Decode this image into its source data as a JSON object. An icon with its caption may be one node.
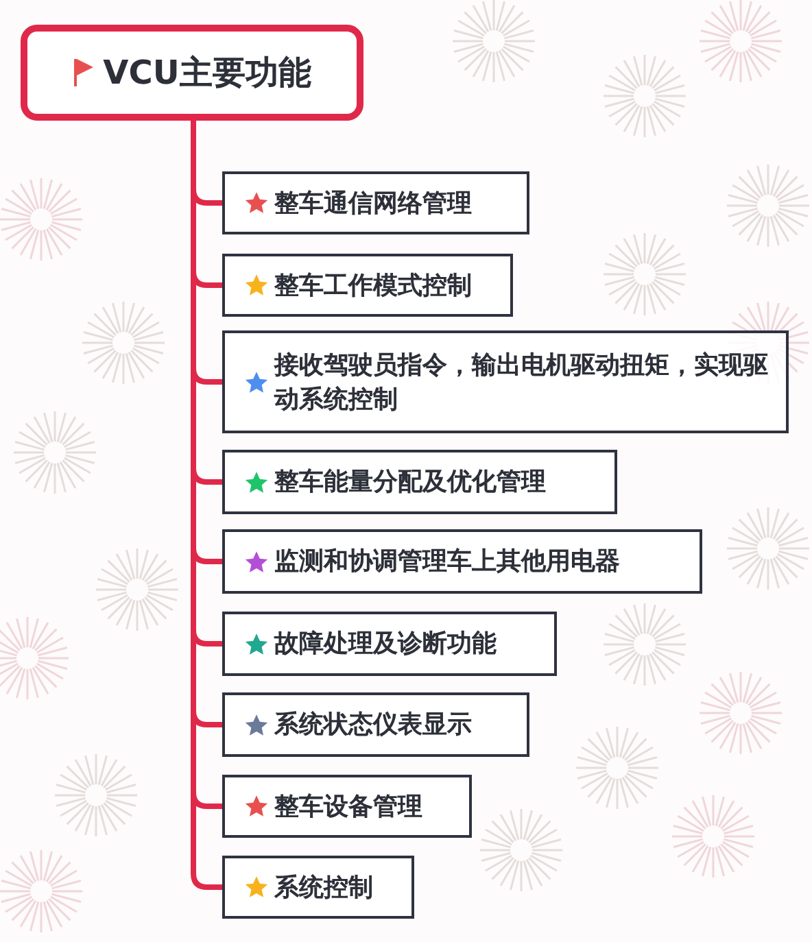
{
  "diagram": {
    "nodes": [
      {
        "text": [
          "VCU主要功能"
        ]
      },
      {
        "text": [
          "整车通信网络管理"
        ]
      },
      {
        "text": [
          "整车工作模式控制"
        ]
      },
      {
        "text": [
          "接收驾驶员指令，输出电机驱动扭矩，实现驱动系统控制"
        ]
      },
      {
        "text": [
          "整车能量分配及优化管理"
        ]
      },
      {
        "text": [
          "监测和协调管理车上其他用电器"
        ]
      },
      {
        "text": [
          "故障处理及诊断功能"
        ]
      },
      {
        "text": [
          "系统状态仪表显示"
        ]
      },
      {
        "text": [
          "整车设备管理"
        ]
      },
      {
        "text": [
          "系统控制"
        ]
      }
    ],
    "edges": [
      {
        "from": 0,
        "to": 1,
        "arrow": "none"
      },
      {
        "from": 0,
        "to": 2,
        "arrow": "none"
      },
      {
        "from": 0,
        "to": 3,
        "arrow": "none"
      },
      {
        "from": 0,
        "to": 4,
        "arrow": "none"
      },
      {
        "from": 0,
        "to": 5,
        "arrow": "none"
      },
      {
        "from": 0,
        "to": 6,
        "arrow": "none"
      },
      {
        "from": 0,
        "to": 7,
        "arrow": "none"
      },
      {
        "from": 0,
        "to": 8,
        "arrow": "none"
      },
      {
        "from": 0,
        "to": 9,
        "arrow": "none"
      }
    ]
  }
}
